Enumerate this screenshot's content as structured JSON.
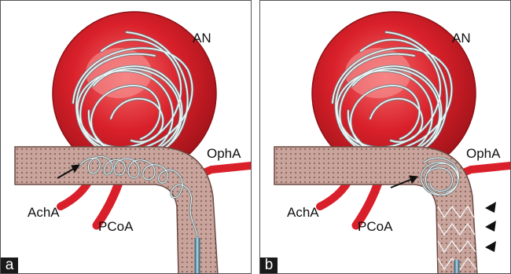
{
  "panels": [
    {
      "tag": "a",
      "labels": {
        "aneurysm": "AN",
        "ophthalmic": "OphA",
        "anterior_choroidal": "AchA",
        "posterior_communicating": "PCoA"
      }
    },
    {
      "tag": "b",
      "labels": {
        "aneurysm": "AN",
        "ophthalmic": "OphA",
        "anterior_choroidal": "AchA",
        "posterior_communicating": "PCoA"
      }
    }
  ],
  "colors": {
    "aneurysm": "#d9202a",
    "aneurysm_dark": "#a5141b",
    "vessel_wall": "#c8a49c",
    "vessel_mesh": "#8a6458",
    "branch": "#d9202a",
    "coil": "#e9f0f0",
    "coil_outline": "#6a7b80",
    "stent": "#f2f2f2",
    "catheter": "#7fb0c8"
  }
}
